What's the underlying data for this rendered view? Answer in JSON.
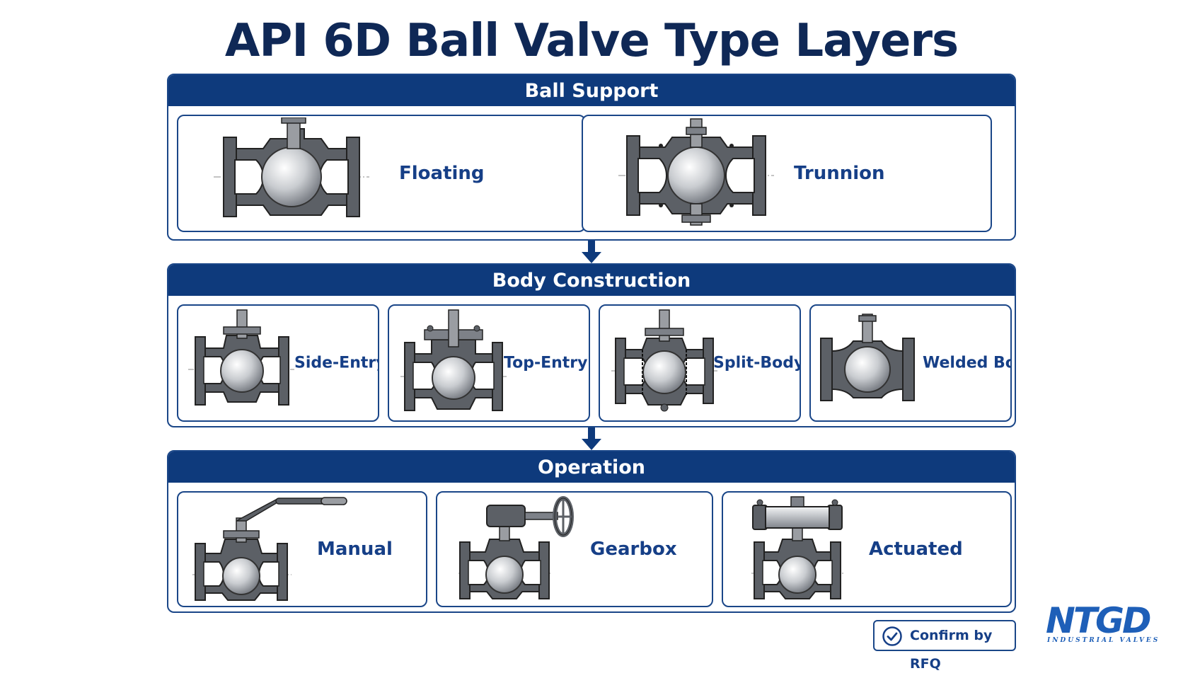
{
  "title": "API 6D Ball Valve Type Layers",
  "colors": {
    "navy": "#0e3a7c",
    "title": "#0f2856",
    "label": "#163f87",
    "metal": "#5c6066",
    "brand_blue": "#1e5fb8",
    "brand_red": "#d82a2a"
  },
  "sections": [
    {
      "header": "Ball Support",
      "items": [
        {
          "label": "Floating",
          "icon": "floating-ball-valve-icon"
        },
        {
          "label": "Trunnion",
          "icon": "trunnion-ball-valve-icon"
        }
      ]
    },
    {
      "header": "Body Construction",
      "items": [
        {
          "label": "Side-Entry",
          "icon": "side-entry-valve-icon"
        },
        {
          "label": "Top-Entry",
          "icon": "top-entry-valve-icon"
        },
        {
          "label": "Split-Body",
          "icon": "split-body-valve-icon"
        },
        {
          "label": "Welded Body",
          "icon": "welded-body-valve-icon"
        }
      ]
    },
    {
      "header": "Operation",
      "items": [
        {
          "label": "Manual",
          "icon": "manual-lever-valve-icon"
        },
        {
          "label": "Gearbox",
          "icon": "gearbox-handwheel-valve-icon"
        },
        {
          "label": "Actuated",
          "icon": "pneumatic-actuator-valve-icon"
        }
      ]
    }
  ],
  "badge": {
    "label": "Confirm by RFQ",
    "icon": "check-circle-icon"
  },
  "brand": {
    "name": "NTGD",
    "tagline": "INDUSTRIAL VALVES"
  }
}
